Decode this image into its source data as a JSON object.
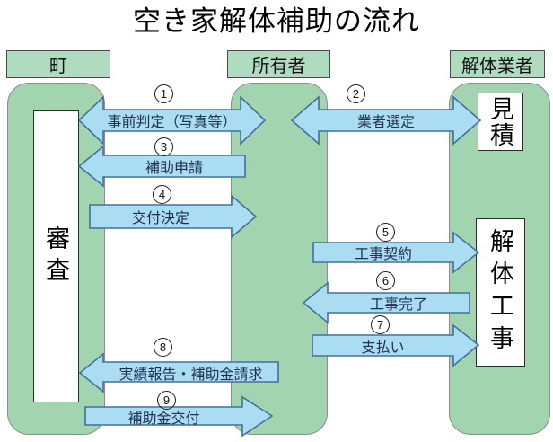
{
  "title": "空き家解体補助の流れ",
  "columns": [
    {
      "id": "town",
      "label": "町"
    },
    {
      "id": "owner",
      "label": "所有者"
    },
    {
      "id": "contractor",
      "label": "解体業者"
    }
  ],
  "side_boxes": [
    {
      "id": "review",
      "label": "審査",
      "column": "town"
    },
    {
      "id": "estimate",
      "label": "見積",
      "column": "contractor"
    },
    {
      "id": "demolition-work",
      "label": "解体工事",
      "column": "contractor"
    }
  ],
  "steps": [
    {
      "number": "1",
      "label": "事前判定（写真等）",
      "direction": "both",
      "from": "town",
      "to": "owner"
    },
    {
      "number": "2",
      "label": "業者選定",
      "direction": "both",
      "from": "owner",
      "to": "contractor"
    },
    {
      "number": "3",
      "label": "補助申請",
      "direction": "left",
      "from": "owner",
      "to": "town"
    },
    {
      "number": "4",
      "label": "交付決定",
      "direction": "right",
      "from": "town",
      "to": "owner"
    },
    {
      "number": "5",
      "label": "工事契約",
      "direction": "right",
      "from": "owner",
      "to": "contractor"
    },
    {
      "number": "6",
      "label": "工事完了",
      "direction": "left",
      "from": "contractor",
      "to": "owner"
    },
    {
      "number": "7",
      "label": "支払い",
      "direction": "right",
      "from": "owner",
      "to": "contractor"
    },
    {
      "number": "8",
      "label": "実績報告・補助金請求",
      "direction": "left",
      "from": "owner",
      "to": "town"
    },
    {
      "number": "9",
      "label": "補助金交付",
      "direction": "right",
      "from": "town",
      "to": "owner"
    }
  ],
  "colors": {
    "lane_green": "#A3D4B0",
    "header_green": "#AFDCBE",
    "lane_border": "#8C8C8C",
    "header_border": "#4a4a4a",
    "arrow_fill": "#AADCF2",
    "arrow_border": "#41719C",
    "arrow_text": "#1F3050",
    "background": "#FFFFFF"
  }
}
